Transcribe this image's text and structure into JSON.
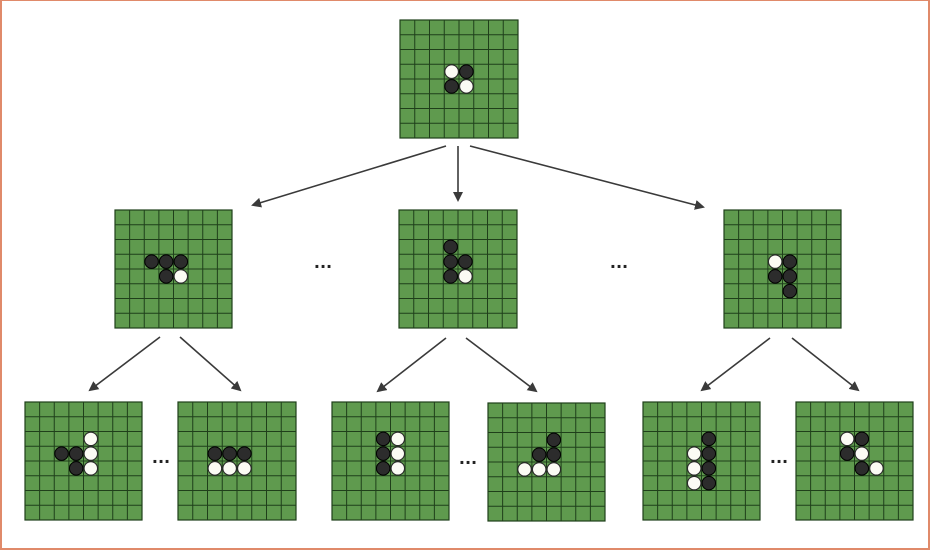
{
  "colors": {
    "board": "#5f9a4e",
    "grid": "#1f3f1a",
    "black_piece": "#2c2c2c",
    "white_piece": "#fbfbf4",
    "frame": "#e08a6a",
    "arrow": "#3a3a3a"
  },
  "grid_size": 8,
  "ellipsis_text": "...",
  "boards": [
    {
      "id": "root",
      "level": 0,
      "pieces": [
        {
          "r": 3,
          "c": 3,
          "color": "white"
        },
        {
          "r": 3,
          "c": 4,
          "color": "black"
        },
        {
          "r": 4,
          "c": 3,
          "color": "black"
        },
        {
          "r": 4,
          "c": 4,
          "color": "white"
        }
      ]
    },
    {
      "id": "l1-a",
      "level": 1,
      "pieces": [
        {
          "r": 3,
          "c": 2,
          "color": "black"
        },
        {
          "r": 3,
          "c": 3,
          "color": "black"
        },
        {
          "r": 3,
          "c": 4,
          "color": "black"
        },
        {
          "r": 4,
          "c": 3,
          "color": "black"
        },
        {
          "r": 4,
          "c": 4,
          "color": "white"
        }
      ]
    },
    {
      "id": "l1-b",
      "level": 1,
      "pieces": [
        {
          "r": 2,
          "c": 3,
          "color": "black"
        },
        {
          "r": 3,
          "c": 3,
          "color": "black"
        },
        {
          "r": 3,
          "c": 4,
          "color": "black"
        },
        {
          "r": 4,
          "c": 3,
          "color": "black"
        },
        {
          "r": 4,
          "c": 4,
          "color": "white"
        }
      ]
    },
    {
      "id": "l1-c",
      "level": 1,
      "pieces": [
        {
          "r": 3,
          "c": 3,
          "color": "white"
        },
        {
          "r": 3,
          "c": 4,
          "color": "black"
        },
        {
          "r": 4,
          "c": 3,
          "color": "black"
        },
        {
          "r": 4,
          "c": 4,
          "color": "black"
        },
        {
          "r": 5,
          "c": 4,
          "color": "black"
        }
      ]
    },
    {
      "id": "l2-a1",
      "level": 2,
      "pieces": [
        {
          "r": 2,
          "c": 4,
          "color": "white"
        },
        {
          "r": 3,
          "c": 2,
          "color": "black"
        },
        {
          "r": 3,
          "c": 3,
          "color": "black"
        },
        {
          "r": 3,
          "c": 4,
          "color": "white"
        },
        {
          "r": 4,
          "c": 3,
          "color": "black"
        },
        {
          "r": 4,
          "c": 4,
          "color": "white"
        }
      ]
    },
    {
      "id": "l2-a2",
      "level": 2,
      "pieces": [
        {
          "r": 3,
          "c": 2,
          "color": "black"
        },
        {
          "r": 3,
          "c": 3,
          "color": "black"
        },
        {
          "r": 3,
          "c": 4,
          "color": "black"
        },
        {
          "r": 4,
          "c": 2,
          "color": "white"
        },
        {
          "r": 4,
          "c": 3,
          "color": "white"
        },
        {
          "r": 4,
          "c": 4,
          "color": "white"
        }
      ]
    },
    {
      "id": "l2-b1",
      "level": 2,
      "pieces": [
        {
          "r": 2,
          "c": 3,
          "color": "black"
        },
        {
          "r": 2,
          "c": 4,
          "color": "white"
        },
        {
          "r": 3,
          "c": 3,
          "color": "black"
        },
        {
          "r": 3,
          "c": 4,
          "color": "white"
        },
        {
          "r": 4,
          "c": 3,
          "color": "black"
        },
        {
          "r": 4,
          "c": 4,
          "color": "white"
        }
      ]
    },
    {
      "id": "l2-b2",
      "level": 2,
      "pieces": [
        {
          "r": 2,
          "c": 4,
          "color": "black"
        },
        {
          "r": 3,
          "c": 3,
          "color": "black"
        },
        {
          "r": 3,
          "c": 4,
          "color": "black"
        },
        {
          "r": 4,
          "c": 2,
          "color": "white"
        },
        {
          "r": 4,
          "c": 3,
          "color": "white"
        },
        {
          "r": 4,
          "c": 4,
          "color": "white"
        }
      ]
    },
    {
      "id": "l2-c1",
      "level": 2,
      "pieces": [
        {
          "r": 2,
          "c": 4,
          "color": "black"
        },
        {
          "r": 3,
          "c": 3,
          "color": "white"
        },
        {
          "r": 3,
          "c": 4,
          "color": "black"
        },
        {
          "r": 4,
          "c": 3,
          "color": "white"
        },
        {
          "r": 4,
          "c": 4,
          "color": "black"
        },
        {
          "r": 5,
          "c": 3,
          "color": "white"
        },
        {
          "r": 5,
          "c": 4,
          "color": "black"
        }
      ]
    },
    {
      "id": "l2-c2",
      "level": 2,
      "pieces": [
        {
          "r": 2,
          "c": 3,
          "color": "white"
        },
        {
          "r": 2,
          "c": 4,
          "color": "black"
        },
        {
          "r": 3,
          "c": 3,
          "color": "black"
        },
        {
          "r": 3,
          "c": 4,
          "color": "white"
        },
        {
          "r": 4,
          "c": 4,
          "color": "black"
        },
        {
          "r": 4,
          "c": 5,
          "color": "white"
        }
      ]
    }
  ],
  "edges": [
    {
      "from": "root",
      "to": "l1-a"
    },
    {
      "from": "root",
      "to": "l1-b"
    },
    {
      "from": "root",
      "to": "l1-c"
    },
    {
      "from": "l1-a",
      "to": "l2-a1"
    },
    {
      "from": "l1-a",
      "to": "l2-a2"
    },
    {
      "from": "l1-b",
      "to": "l2-b1"
    },
    {
      "from": "l1-b",
      "to": "l2-b2"
    },
    {
      "from": "l1-c",
      "to": "l2-c1"
    },
    {
      "from": "l1-c",
      "to": "l2-c2"
    }
  ],
  "ellipses": [
    {
      "id": "l1-gap-1",
      "between": [
        "l1-a",
        "l1-b"
      ]
    },
    {
      "id": "l1-gap-2",
      "between": [
        "l1-b",
        "l1-c"
      ]
    },
    {
      "id": "l2-gap-a",
      "between": [
        "l2-a1",
        "l2-a2"
      ]
    },
    {
      "id": "l2-gap-b",
      "between": [
        "l2-b1",
        "l2-b2"
      ]
    },
    {
      "id": "l2-gap-c",
      "between": [
        "l2-c1",
        "l2-c2"
      ]
    }
  ]
}
